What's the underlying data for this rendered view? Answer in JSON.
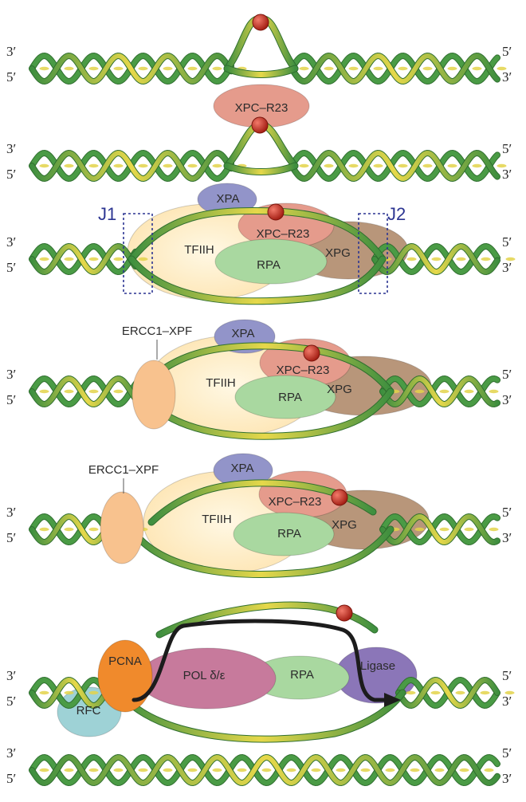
{
  "end_labels": {
    "left_top": "3′",
    "left_bottom": "5′",
    "right_top": "5′",
    "right_bottom": "3′"
  },
  "junctions": {
    "j1": "J1",
    "j2": "J2"
  },
  "proteins": {
    "xpc": "XPC–R23",
    "xpa": "XPA",
    "tfiih": "TFIIH",
    "rpa": "RPA",
    "xpg": "XPG",
    "ercc1": "ERCC1–XPF",
    "pcna": "PCNA",
    "rfc": "RFC",
    "pol": "POL δ/ε",
    "ligase": "Ligase"
  },
  "colors": {
    "strand_green": "#4a9b45",
    "strand_yellow": "#e3d34a",
    "lesion": "#c0291c",
    "xpc": "#e59b8c",
    "xpa": "#9294c9",
    "tfiih": "#fdebc3",
    "rpa": "#a9d8a0",
    "xpg": "#b8967a",
    "ercc1": "#f8c28e",
    "pcna": "#f08a2c",
    "rfc": "#9ed2d6",
    "pol": "#c77a9c",
    "ligase": "#8b76b8",
    "junction": "#2c3592"
  }
}
